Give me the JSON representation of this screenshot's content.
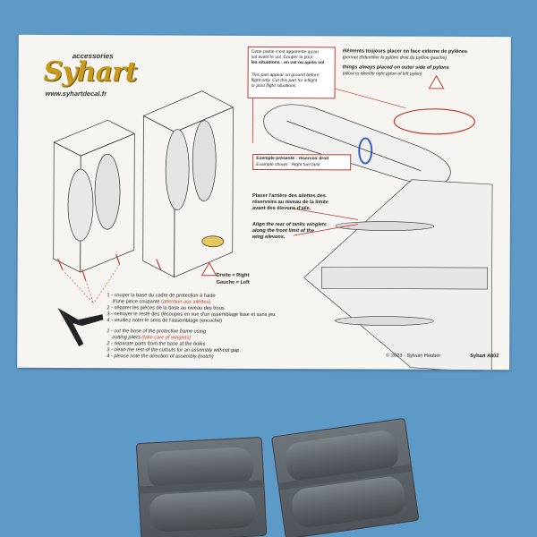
{
  "logo": {
    "top": "accessories",
    "brand": "Syhart",
    "url": "www.syhartdecal.fr"
  },
  "note_box_fr": {
    "line1": "Cette partie n'est apparente qu'au",
    "line2": "sol avant le vol. Couper la pour",
    "line3": "les situations : en vol ou après vol"
  },
  "note_box_en": {
    "line1": "This part appear on ground before",
    "line2": "flight only. Cut this part for inflight",
    "line3": "or post flight situations."
  },
  "pylon_note": {
    "fr_title": "éléments toujours placer en face externe de pylônes",
    "fr_sub": "(permet d'identifier le pylône droit du pylône gauche)",
    "en_title": "things always placed on outer side of pylons",
    "en_sub": "(allow to identify right pylon of left pylon)"
  },
  "example": {
    "fr": "Exemple présenté : réservoir droit",
    "en": "Example shown : Right fuel tank"
  },
  "align_fr": {
    "line1": "Placer l'arrière des ailettes des",
    "line2": "réservoirs au niveau de la limite",
    "line3": "avant des élevons d'aile."
  },
  "align_en": {
    "line1": "Align the rear of tanks winglets",
    "line2": "along the front limit of the",
    "line3": "wing elevons."
  },
  "side_legend": {
    "right": "Droite = Right",
    "left": "Gauche = Left"
  },
  "steps_fr": [
    "1 - couper la base du cadre de protection à l'aide",
    "d'une pince coupante",
    "(attention aux ailettes)",
    "2 - séparer les pièces de la base au niveau des trous",
    "3 - nettoyer le reste des découpes en vue d'un assemblage lisse et sans jeu",
    "4 - veuillez noter le sens de l'assemblage (encoche)"
  ],
  "steps_en": [
    "1 - cut the base of the protective frame using",
    "cutting pilers",
    "(take care of winglets)",
    "2 - separate parts from the base at the holes",
    "3 - clean the rest of the cutouts for an assembly without gap",
    "4 - please note the direction of assembly (notch)"
  ],
  "footer": {
    "copyright": "© 2023 - Sylvain Hauber",
    "product": "Syhart A002"
  },
  "colors": {
    "background": "#5e9ac8",
    "paper": "#f6f5f1",
    "accent_red": "#c0392b",
    "logo_gold": "#c79a1c",
    "resin_gray": "#5f656b"
  }
}
